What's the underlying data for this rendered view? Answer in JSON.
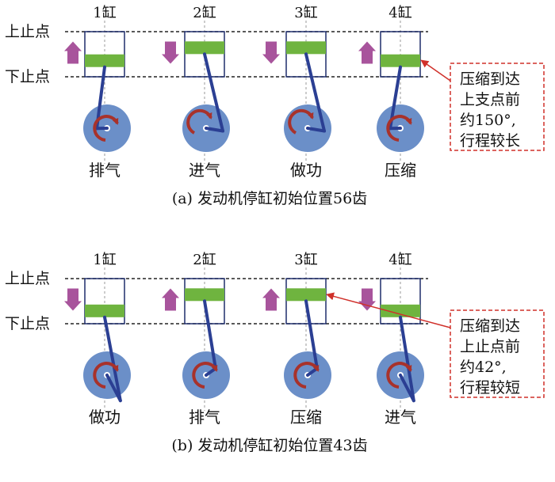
{
  "panels": [
    {
      "id": "a",
      "caption": "(a) 发动机停缸初始位置56齿",
      "top_dead_center_label": "上止点",
      "bottom_dead_center_label": "下止点",
      "cylinders": [
        {
          "name": "1缸",
          "stroke": "排气",
          "motion": "up",
          "piston_level": 0.7,
          "crank_dir": "ccw"
        },
        {
          "name": "2缸",
          "stroke": "进气",
          "motion": "down",
          "piston_level": 0.3,
          "crank_dir": "cw"
        },
        {
          "name": "3缸",
          "stroke": "做功",
          "motion": "down",
          "piston_level": 0.3,
          "crank_dir": "cw"
        },
        {
          "name": "4缸",
          "stroke": "压缩",
          "motion": "up",
          "piston_level": 0.7,
          "crank_dir": "ccw"
        }
      ],
      "annotation": {
        "lines": [
          "压缩到达",
          "上支点前",
          "约150°,",
          "行程较长"
        ],
        "target_cylinder": 3
      }
    },
    {
      "id": "b",
      "caption": "(b) 发动机停缸初始位置43齿",
      "top_dead_center_label": "上止点",
      "bottom_dead_center_label": "下止点",
      "cylinders": [
        {
          "name": "1缸",
          "stroke": "做功",
          "motion": "down",
          "piston_level": 0.8,
          "crank_dir": "ccw"
        },
        {
          "name": "2缸",
          "stroke": "排气",
          "motion": "up",
          "piston_level": 0.3,
          "crank_dir": "ccw"
        },
        {
          "name": "3缸",
          "stroke": "压缩",
          "motion": "up",
          "piston_level": 0.3,
          "crank_dir": "ccw"
        },
        {
          "name": "4缸",
          "stroke": "进气",
          "motion": "down",
          "piston_level": 0.8,
          "crank_dir": "ccw"
        }
      ],
      "annotation": {
        "lines": [
          "压缩到达",
          "上止点前",
          "约42°,",
          "行程较短"
        ],
        "target_cylinder": 2
      }
    }
  ],
  "colors": {
    "piston": "#6fb43f",
    "arrow": "#a8549c",
    "crank": "#6b8fc8",
    "rod": "#2b3f93",
    "curve_arrow": "#a8322b",
    "callout_border": "#d0302a",
    "cylinder_border": "#1f2d6b"
  }
}
